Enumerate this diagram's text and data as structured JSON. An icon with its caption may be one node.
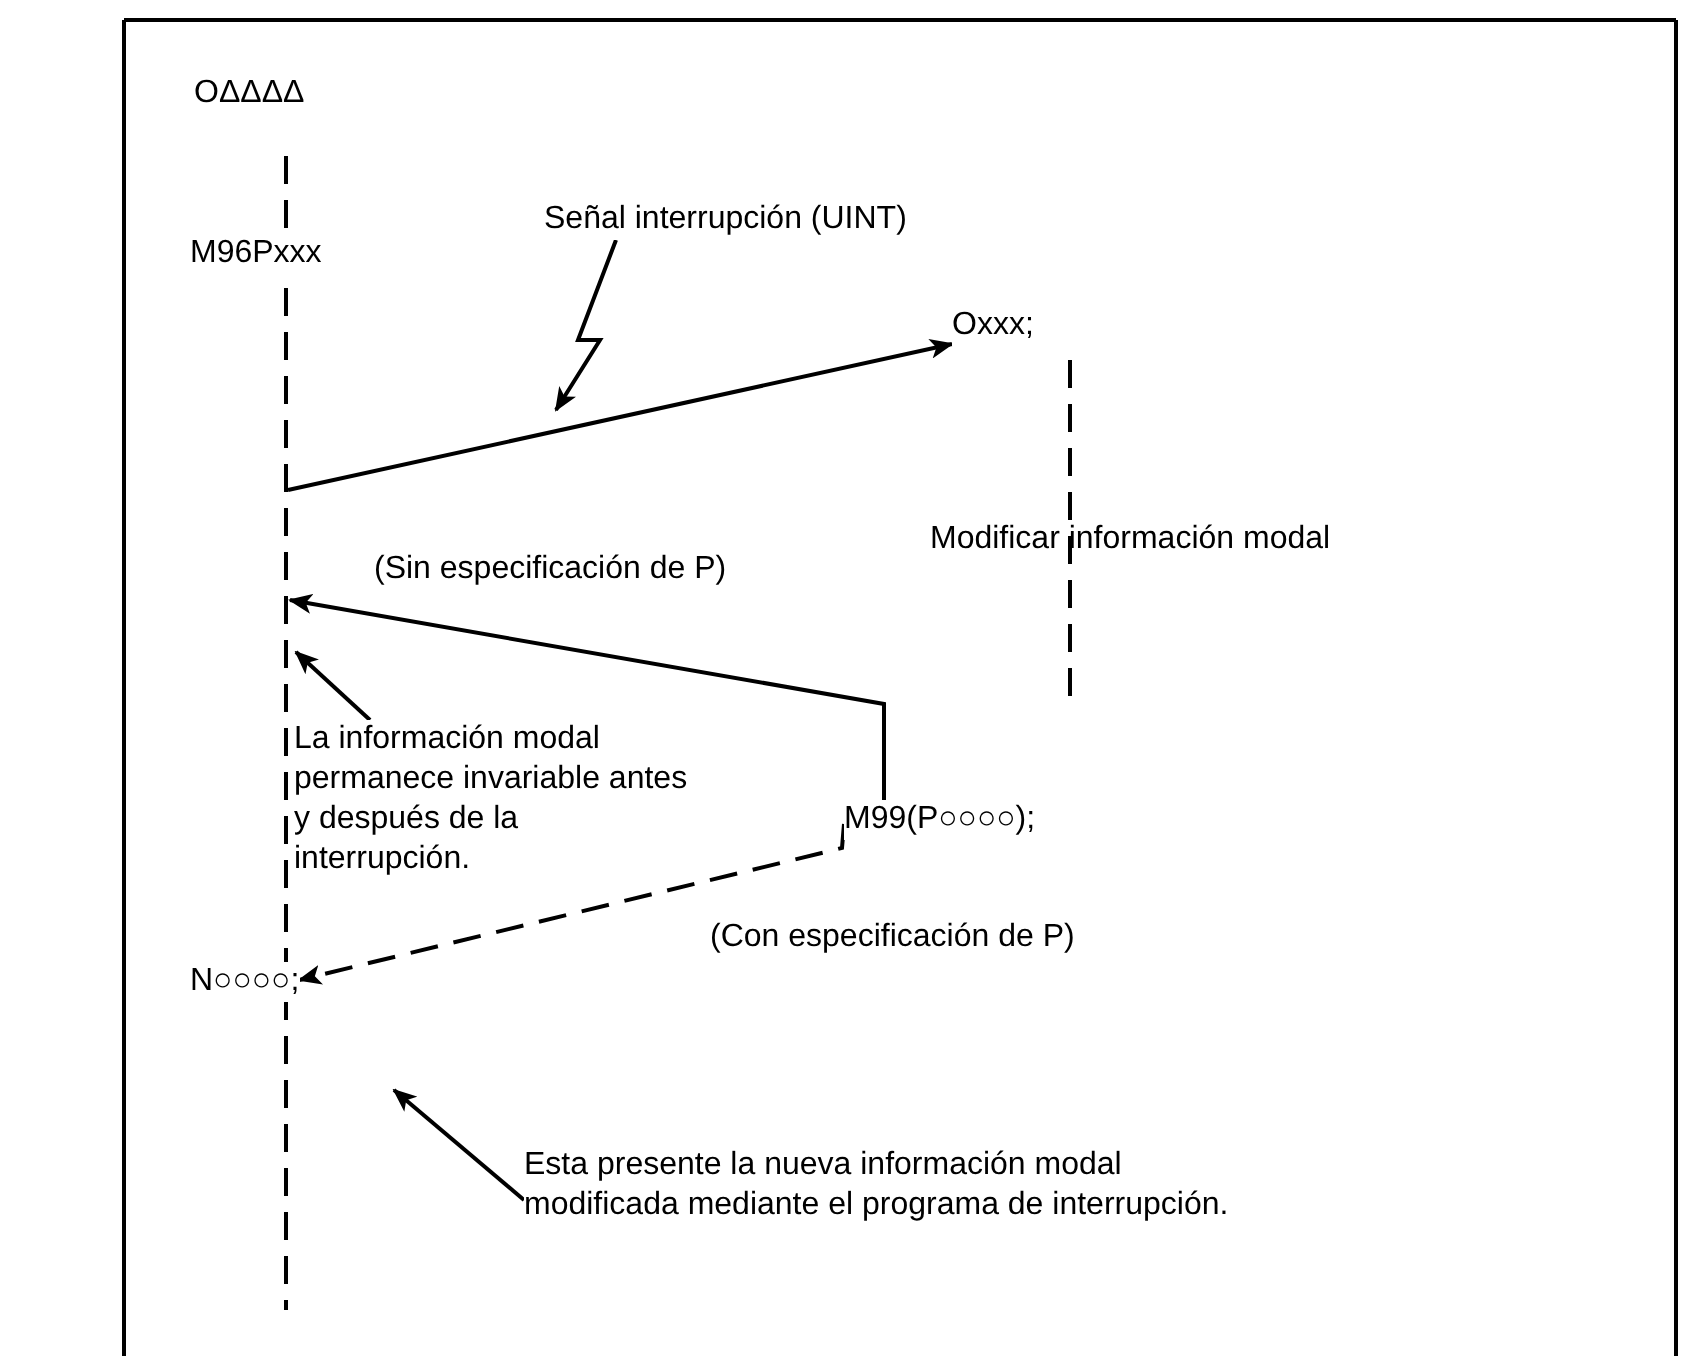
{
  "diagram": {
    "nodes": [
      {
        "text": [
          "OΔΔΔΔ"
        ]
      },
      {
        "text": [
          "M96Pxxx"
        ]
      },
      {
        "text": [
          "Señal interrupción (UINT)"
        ]
      },
      {
        "text": [
          "Oxxx;"
        ]
      },
      {
        "text": [
          "La información modal permanece invariable antes y después de la interrupción."
        ]
      },
      {
        "text": [
          "M99(P○○○○);"
        ]
      },
      {
        "text": [
          "N○○○○;"
        ]
      },
      {
        "text": [
          "Esta presente la nueva información modal modificada mediante el programa de interrupción."
        ]
      }
    ],
    "edges": [
      {
        "from": null,
        "to": 3,
        "arrow": "to"
      },
      {
        "from": 5,
        "to": null,
        "arrow": "to",
        "label": "(Sin especificación de P)"
      },
      {
        "from": 5,
        "to": 6,
        "arrow": "to",
        "style": "dashed",
        "label": "(Con especificación de P)"
      },
      {
        "from": 2,
        "to": null,
        "arrow": "to"
      },
      {
        "from": 4,
        "to": null,
        "arrow": "to"
      },
      {
        "from": 7,
        "to": null,
        "arrow": "to"
      }
    ],
    "labels": [
      "Modificar información modal"
    ]
  }
}
